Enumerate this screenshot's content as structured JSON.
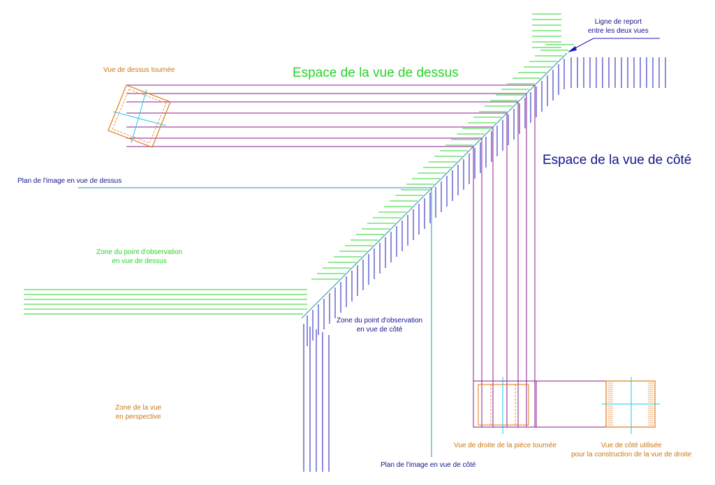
{
  "colors": {
    "green": "#2ad42a",
    "blue": "#1a1ab8",
    "purple": "#8c1a8c",
    "orange": "#e07814",
    "cyan": "#1ec8e6",
    "teal": "#1e96b4",
    "navy": "#14148c",
    "label_orange": "#c87814"
  },
  "labels": {
    "vue_dessus_tournee": "Vue de dessus tournée",
    "espace_vue_dessus": "Espace de la vue de dessus",
    "ligne_report_1": "Ligne de report",
    "ligne_report_2": "entre les deux vues",
    "espace_vue_cote": "Espace de la vue de côté",
    "plan_image_dessus": "Plan de l'image en vue de dessus",
    "zone_obs_dessus_1": "Zone du point d'observation",
    "zone_obs_dessus_2": "en vue de dessus",
    "zone_obs_cote_1": "Zone du point d'observation",
    "zone_obs_cote_2": "en vue de côté",
    "zone_perspective_1": "Zone de la vue",
    "zone_perspective_2": "en perspective",
    "vue_droite_piece": "Vue de droite de la pièce tournée",
    "vue_cote_utilisee_1": "Vue de côté utilisée",
    "vue_cote_utilisee_2": "pour la construction de la vue de droite",
    "plan_image_cote": "Plan de l'image en vue de côté"
  }
}
